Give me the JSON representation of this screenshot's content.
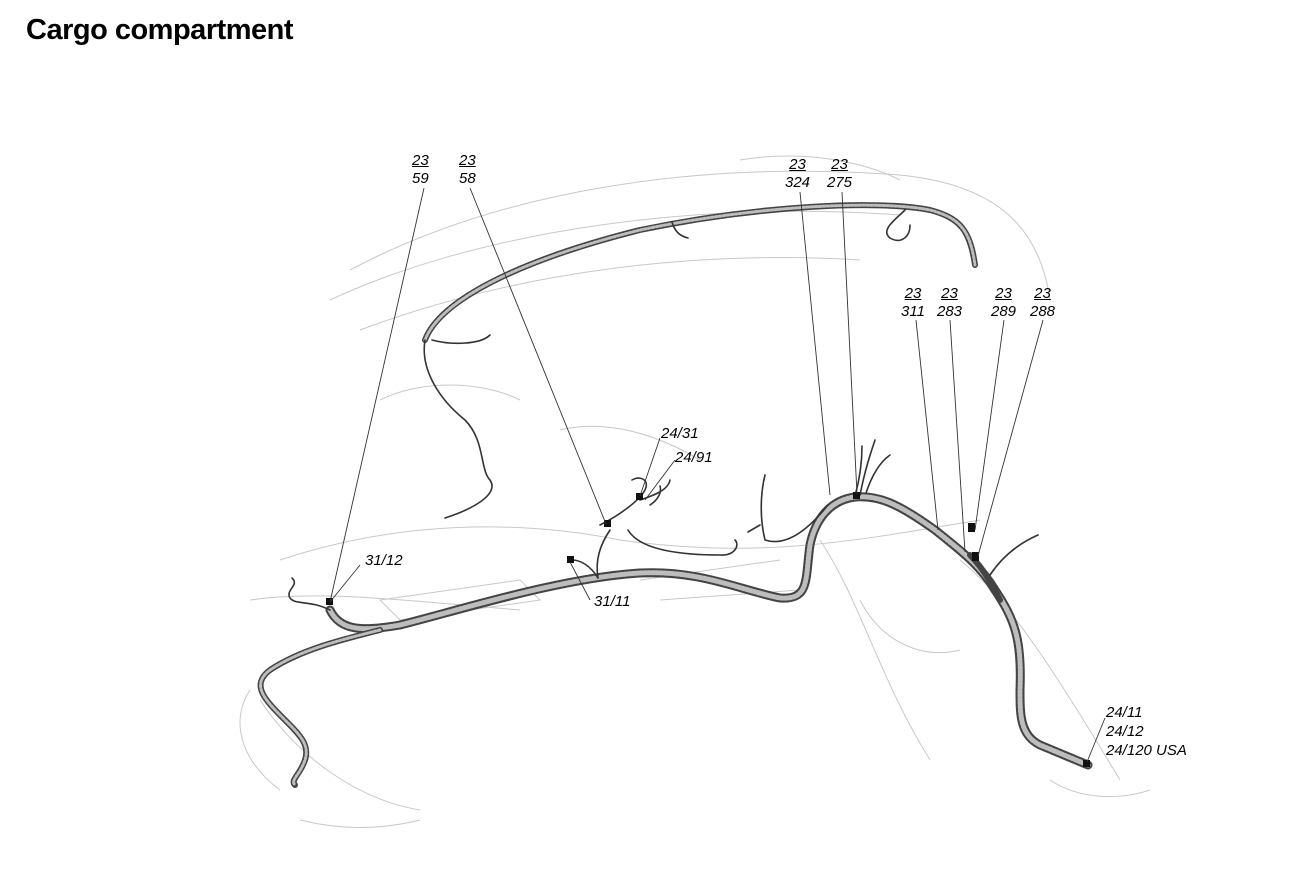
{
  "title": "Cargo compartment",
  "callouts_top": [
    {
      "num": "23",
      "sub": "59"
    },
    {
      "num": "23",
      "sub": "58"
    },
    {
      "num": "23",
      "sub": "324"
    },
    {
      "num": "23",
      "sub": "275"
    }
  ],
  "callouts_right": [
    {
      "num": "23",
      "sub": "311"
    },
    {
      "num": "23",
      "sub": "283"
    },
    {
      "num": "23",
      "sub": "289"
    },
    {
      "num": "23",
      "sub": "288"
    }
  ],
  "labels": {
    "l_31_12": "31/12",
    "l_31_11": "31/11",
    "l_24_31": "24/31",
    "l_24_91": "24/91",
    "l_24_11": "24/11",
    "l_24_12": "24/12",
    "l_24_120": "24/120 USA"
  }
}
